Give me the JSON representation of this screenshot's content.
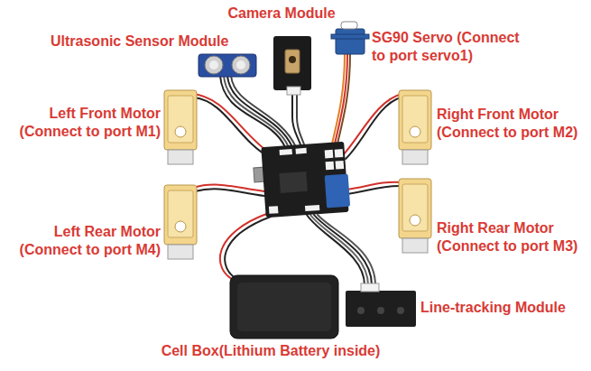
{
  "diagram": {
    "labels": [
      "Camera Module",
      "Ultrasonic Sensor Module",
      "SG90 Servo (Connect to port servo1)",
      "Left Front Motor (Connect to port M1)",
      "Right Front Motor (Connect to port M2)",
      "Left Rear Motor (Connect to port M4)",
      "Right Rear Motor (Connect to port M3)",
      "Line-tracking Module",
      "Cell Box(Lithium Battery inside)"
    ]
  }
}
